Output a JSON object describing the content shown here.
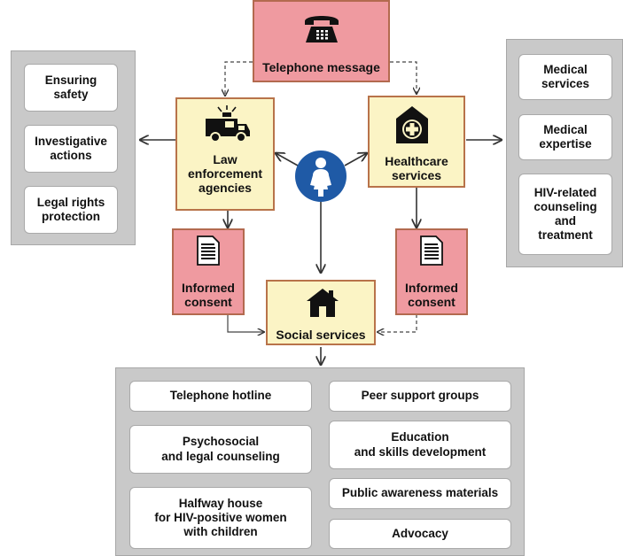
{
  "header": {
    "telephone_message": "Telephone message"
  },
  "central": {
    "woman_icon": "woman-icon",
    "law_enforcement": "Law\nenforcement\nagencies",
    "healthcare": "Healthcare\nservices",
    "social_services": "Social services",
    "informed_consent_left": "Informed\nconsent",
    "informed_consent_right": "Informed\nconsent"
  },
  "left_panel": {
    "items": [
      "Ensuring\nsafety",
      "Investigative\nactions",
      "Legal rights\nprotection"
    ]
  },
  "right_panel": {
    "items": [
      "Medical\nservices",
      "Medical\nexpertise",
      "HIV-related\ncounseling\nand\ntreatment"
    ]
  },
  "bottom_panel": {
    "left_items": [
      "Telephone hotline",
      "Psychosocial\nand legal counseling",
      "Halfway house\nfor HIV-positive women\nwith children"
    ],
    "right_items": [
      "Peer support groups",
      "Education\nand skills development",
      "Public awareness materials",
      "Advocacy"
    ]
  },
  "colors": {
    "pink": "#ef9aa0",
    "yellow": "#fbf4c5",
    "brown_border": "#b8734a",
    "blue_circle": "#1f5aa6",
    "gray_panel": "#c9c9c9"
  }
}
